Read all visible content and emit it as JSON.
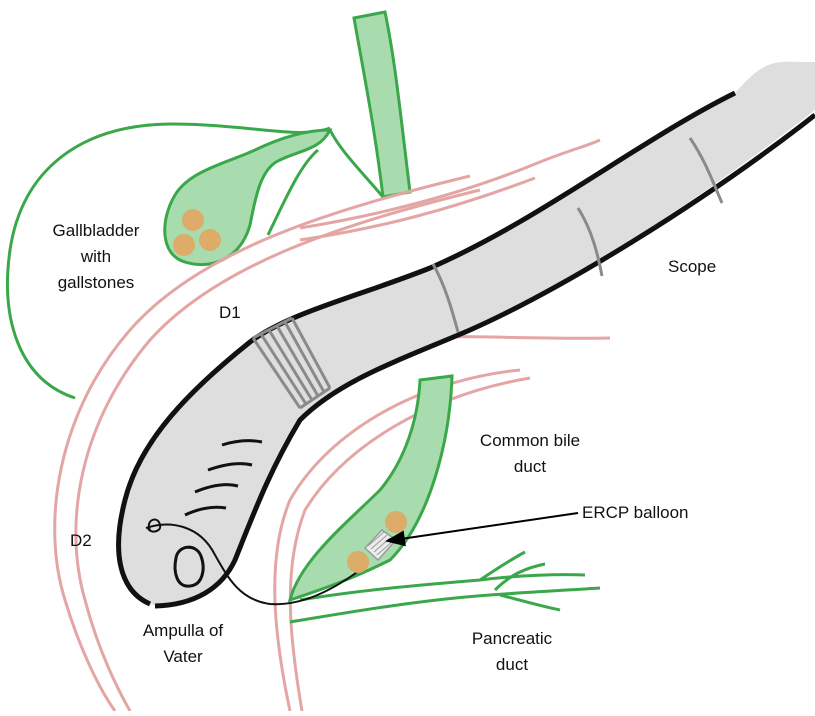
{
  "labels": {
    "gallbladder": [
      "Gallbladder",
      "with",
      "gallstones"
    ],
    "scope": "Scope",
    "d1": "D1",
    "d2": "D2",
    "common_bile_duct": [
      "Common bile",
      "duct"
    ],
    "ercp_balloon": "ERCP balloon",
    "ampulla": [
      "Ampulla of",
      "Vater"
    ],
    "pancreatic_duct": [
      "Pancreatic",
      "duct"
    ]
  },
  "colors": {
    "duct_fill": "#a8dcae",
    "duct_stroke": "#3aa84a",
    "duodenum_wall": "#e4a6a4",
    "scope_fill": "#dedede",
    "scope_outline": "#111111",
    "gallstone": "#dcac68",
    "ring": "#8a8a8a"
  }
}
